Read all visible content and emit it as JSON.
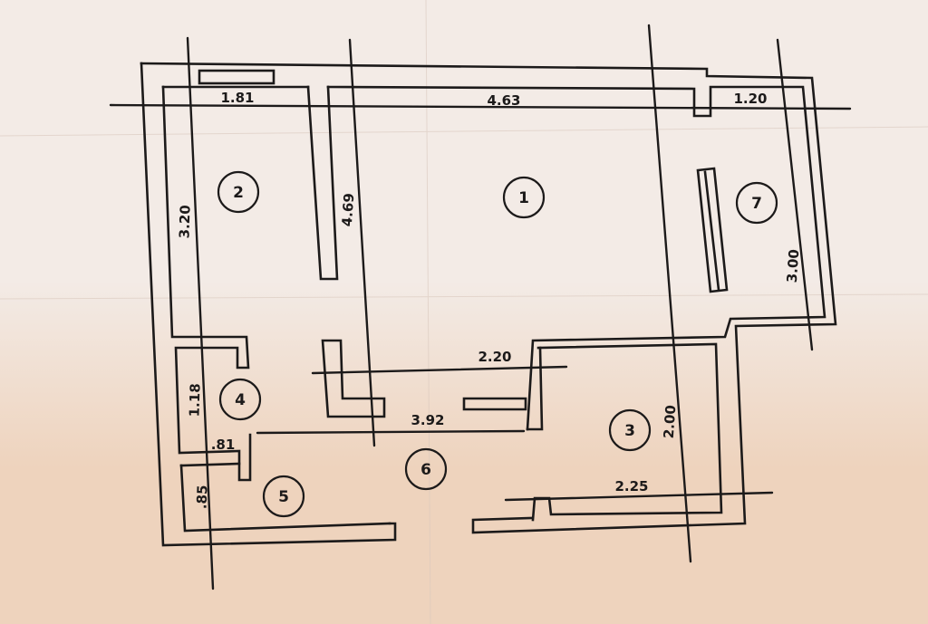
{
  "plan": {
    "colors": {
      "paper_top": "#f3ebe6",
      "paper_bottom": "#eed3bd",
      "ink": "#1c1a1a"
    },
    "dimensions": {
      "top_left": "1.81",
      "top_main": "4.63",
      "top_right": "1.20",
      "room2_height": "3.20",
      "room1_height": "4.69",
      "room7_height": "3.00",
      "room3_top": "2.20",
      "hall_width": "3.92",
      "room3_height": "2.00",
      "room3_bottom": "2.25",
      "room4_height": "1.18",
      "room4_width": ".81",
      "room5_height": ".85"
    },
    "rooms": {
      "room1": "1",
      "room2": "2",
      "room3": "3",
      "room4": "4",
      "room5": "5",
      "room6": "6",
      "room7": "7"
    }
  }
}
